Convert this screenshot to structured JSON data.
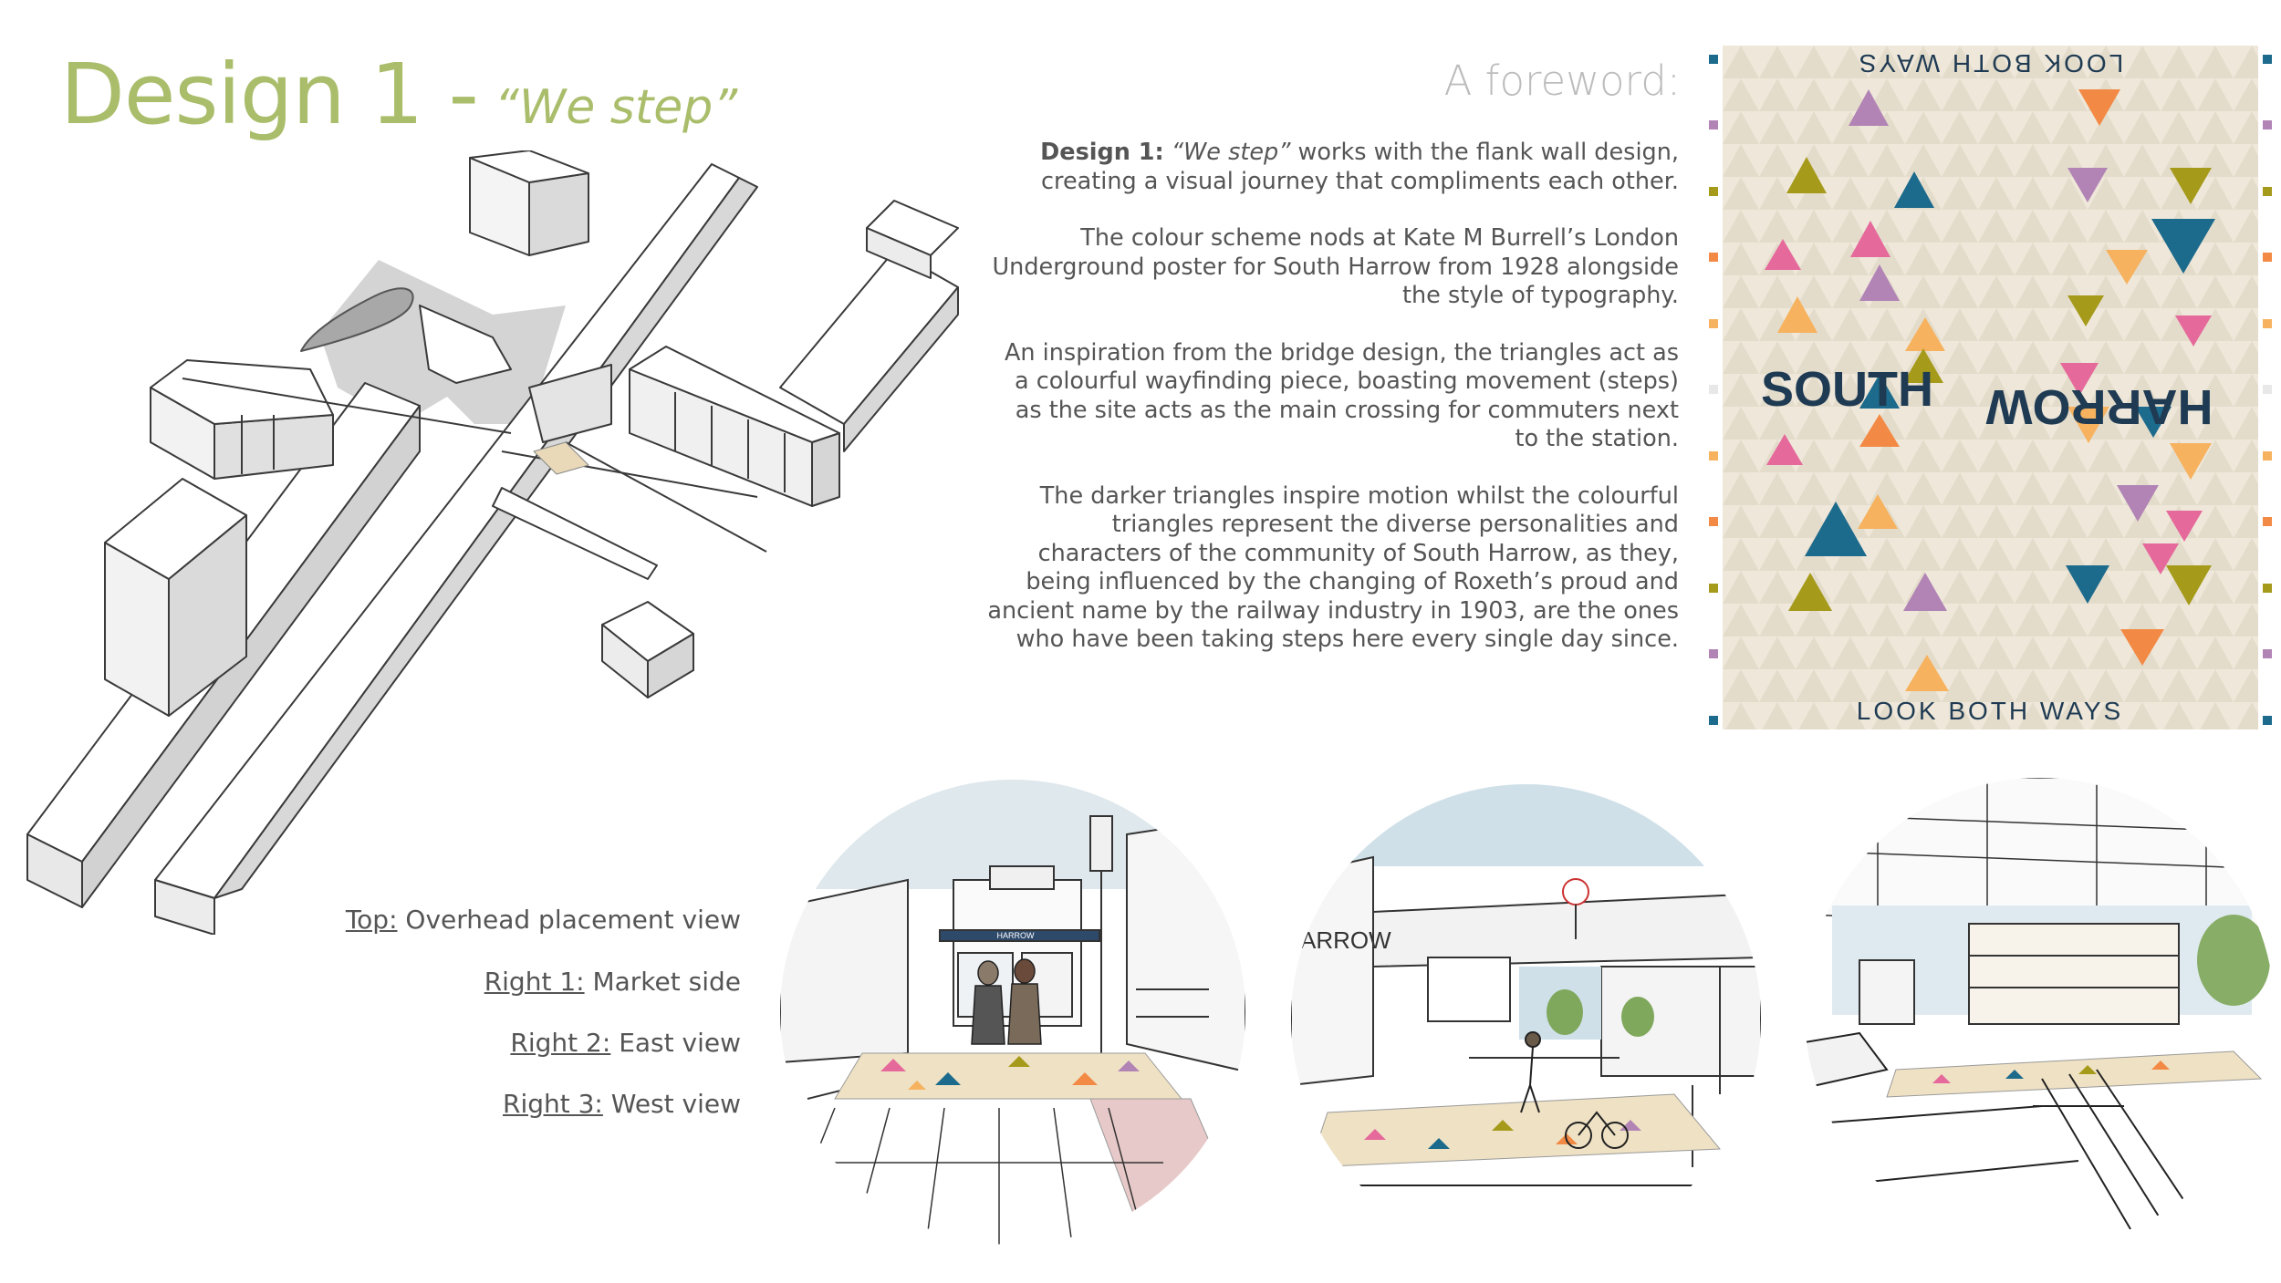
{
  "title": {
    "main": "Design 1 -",
    "sub": "“We step”"
  },
  "foreword": {
    "heading": "A foreword:",
    "p1_bold": "Design 1:",
    "p1_italic": " “We step”",
    "p1_text": " works with the flank wall design, creating a visual journey that compliments each other.",
    "p2": "The colour scheme nods at Kate M Burrell’s London Underground poster for South Harrow from 1928 alongside the style of typography.",
    "p3": "An inspiration from the bridge design, the triangles act as a colourful wayfinding piece, boasting movement (steps) as the site acts as the main crossing for commuters next to the station.",
    "p4": "The darker triangles inspire motion whilst the colourful triangles represent the diverse personalities and characters of the community of South Harrow, as they, being influenced by the changing of Roxeth’s proud and ancient name by the railway industry in 1903, are the ones who have been taking steps here every single day since."
  },
  "legend": [
    {
      "key": "Top:",
      "value": " Overhead placement view"
    },
    {
      "key": "Right 1:",
      "value": " Market side"
    },
    {
      "key": "Right 2:",
      "value": " East view"
    },
    {
      "key": "Right 3:",
      "value": " West view"
    }
  ],
  "poster": {
    "top_text": "LOOK BOTH WAYS",
    "bottom_text": "LOOK BOTH WAYS",
    "left_word": "SOUTH",
    "right_word": "HARROW"
  },
  "scenes": {
    "market_sign": "HARROW",
    "east_sign": "ARROW"
  },
  "colors": {
    "title": "#a9bd6b",
    "poster_bg": "#efe8da",
    "teal": "#1c6a8c",
    "olive": "#a59a1a",
    "orange": "#f28a45",
    "light_orange": "#f6b25e",
    "pink": "#e5699b",
    "mauve": "#b184b5",
    "navy": "#1f3b53"
  }
}
